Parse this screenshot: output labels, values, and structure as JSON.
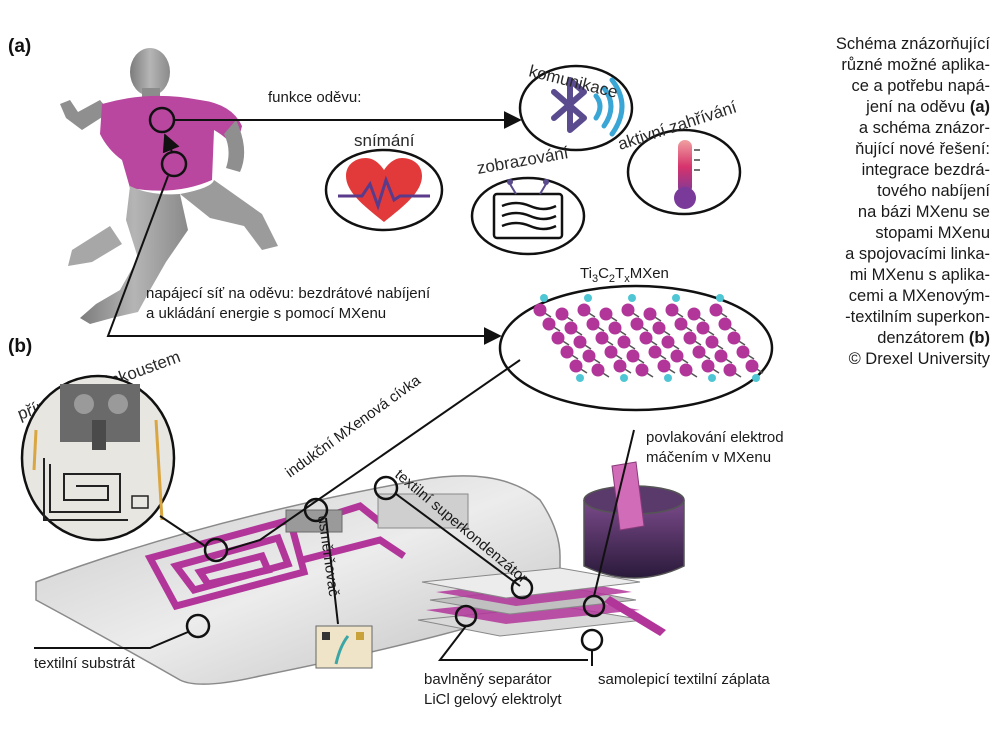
{
  "panel_labels": {
    "a": "(a)",
    "b": "(b)"
  },
  "labels": {
    "garment_functions": "funkce oděvu:",
    "power_line1": "napájecí síť na oděvu: bezdrátové nabíjení",
    "power_line2": "a ukládání energie s pomocí MXenu",
    "communication": "komunikace",
    "sensing": "snímání",
    "display": "zobrazování",
    "active_heating": "aktivní zahřívání",
    "mxene_prefix": "Ti",
    "mxene_sub1": "3",
    "mxene_c": "C",
    "mxene_sub2": "2",
    "mxene_t": "T",
    "mxene_subx": "x",
    "mxene_suffix": "MXen",
    "direct_ink_writing": "přímé psaní inkoustem",
    "induction_coil": "indukční MXenová cívka",
    "rectifier": "usměrňovač",
    "textile_supercap": "textilní superkondenzátor",
    "dip_coating_line1": "povlakování elektrod",
    "dip_coating_line2": "máčením v MXenu",
    "textile_substrate": "textilní substrát",
    "separator_line1": "bavlněný separátor",
    "separator_line2": "LiCl gelový elektrolyt",
    "adhesive_patch": "samolepicí textilní záplata"
  },
  "caption": {
    "lines": [
      "Schéma znázorňující",
      "různé možné aplika-",
      "ce a potřebu napá-",
      "jení na oděvu ",
      "a schéma znázor-",
      "ňující nové řešení:",
      "integrace bezdrá-",
      "tového nabíjení",
      "na bázi MXenu se",
      "stopami MXenu",
      "a spojovacími linka-",
      "mi MXenu s aplika-",
      "cemi a MXenovým-",
      "-textilním superkon-",
      "denzátorem "
    ],
    "ref_a": "(a)",
    "ref_b": "(b)",
    "credit": "© Drexel University"
  },
  "colors": {
    "shirt": "#b9479f",
    "mxene": "#b2369a",
    "bluetooth": "#5a4a8e",
    "signal": "#3aa6d6",
    "heart": "#e23a3a",
    "substrate": "#dcdcdc",
    "oxygen_atom": "#4fc6d4"
  }
}
